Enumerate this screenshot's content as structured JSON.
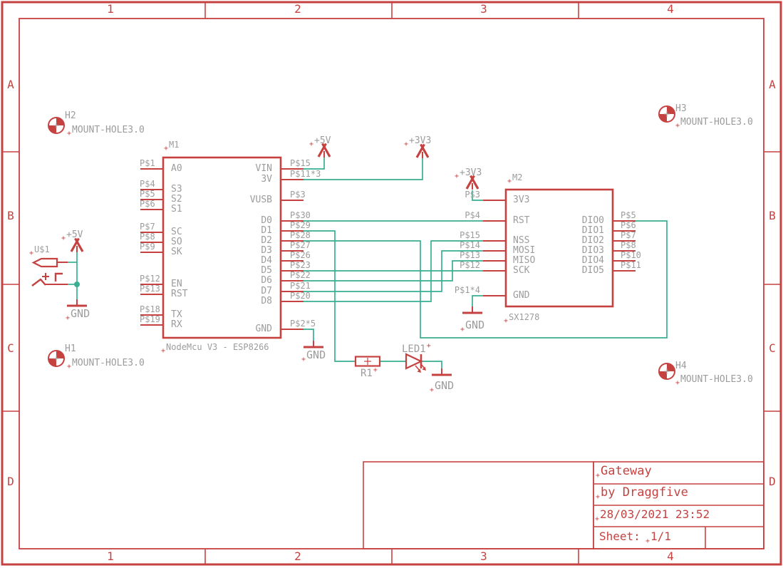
{
  "frame": {
    "cols": [
      "1",
      "2",
      "3",
      "4"
    ],
    "rows": [
      "A",
      "B",
      "C",
      "D"
    ]
  },
  "title_block": {
    "title": "Gateway",
    "author": "by Draggfive",
    "timestamp": "28/03/2021 23:52",
    "sheet_label": "Sheet:",
    "sheet_value": "1/1"
  },
  "nodemcu": {
    "designator": "M1",
    "value": "NodeMcu V3 - ESP8266",
    "left_pins": [
      {
        "num": "P$1",
        "name": "A0"
      },
      {
        "num": "P$4",
        "name": "S3"
      },
      {
        "num": "P$5",
        "name": "S2"
      },
      {
        "num": "P$6",
        "name": "S1"
      },
      {
        "num": "P$7",
        "name": "SC"
      },
      {
        "num": "P$8",
        "name": "SO"
      },
      {
        "num": "P$9",
        "name": "SK"
      },
      {
        "num": "P$12",
        "name": "EN"
      },
      {
        "num": "P$13",
        "name": "RST"
      },
      {
        "num": "P$18",
        "name": "TX"
      },
      {
        "num": "P$19",
        "name": "RX"
      }
    ],
    "right_pins": [
      {
        "num": "P$15",
        "name": "VIN"
      },
      {
        "num": "P$11*3",
        "name": "3V"
      },
      {
        "num": "P$3",
        "name": "VUSB"
      },
      {
        "num": "P$30",
        "name": "D0"
      },
      {
        "num": "P$29",
        "name": "D1"
      },
      {
        "num": "P$28",
        "name": "D2"
      },
      {
        "num": "P$27",
        "name": "D3"
      },
      {
        "num": "P$26",
        "name": "D4"
      },
      {
        "num": "P$23",
        "name": "D5"
      },
      {
        "num": "P$22",
        "name": "D6"
      },
      {
        "num": "P$21",
        "name": "D7"
      },
      {
        "num": "P$20",
        "name": "D8"
      },
      {
        "num": "P$2*5",
        "name": "GND"
      }
    ]
  },
  "sx1278": {
    "designator": "M2",
    "value": "SX1278",
    "left_pins": [
      {
        "num": "P$3",
        "name": "3V3"
      },
      {
        "num": "P$4",
        "name": "RST"
      },
      {
        "num": "P$15",
        "name": "NSS"
      },
      {
        "num": "P$14",
        "name": "MOSI"
      },
      {
        "num": "P$13",
        "name": "MISO"
      },
      {
        "num": "P$12",
        "name": "SCK"
      },
      {
        "num": "P$1*4",
        "name": "GND"
      }
    ],
    "right_pins": [
      {
        "num": "P$5",
        "name": "DIO0"
      },
      {
        "num": "P$6",
        "name": "DIO1"
      },
      {
        "num": "P$7",
        "name": "DIO2"
      },
      {
        "num": "P$8",
        "name": "DIO3"
      },
      {
        "num": "P$10",
        "name": "DIO4"
      },
      {
        "num": "P$11",
        "name": "DIO5"
      }
    ]
  },
  "power": {
    "p5v": "+5V",
    "p3v3": "+3V3",
    "gnd": "GND"
  },
  "battery": {
    "designator": "U$1"
  },
  "resistor": {
    "designator": "R1"
  },
  "led": {
    "designator": "LED1"
  },
  "mount_holes": [
    {
      "designator": "H2",
      "value": "MOUNT-HOLE3.0"
    },
    {
      "designator": "H1",
      "value": "MOUNT-HOLE3.0"
    },
    {
      "designator": "H3",
      "value": "MOUNT-HOLE3.0"
    },
    {
      "designator": "H4",
      "value": "MOUNT-HOLE3.0"
    }
  ],
  "colors": {
    "symbol_red": "#c64241",
    "net_teal": "#38af91",
    "text_grey": "#9c9c9c",
    "background": "#ffffff"
  }
}
